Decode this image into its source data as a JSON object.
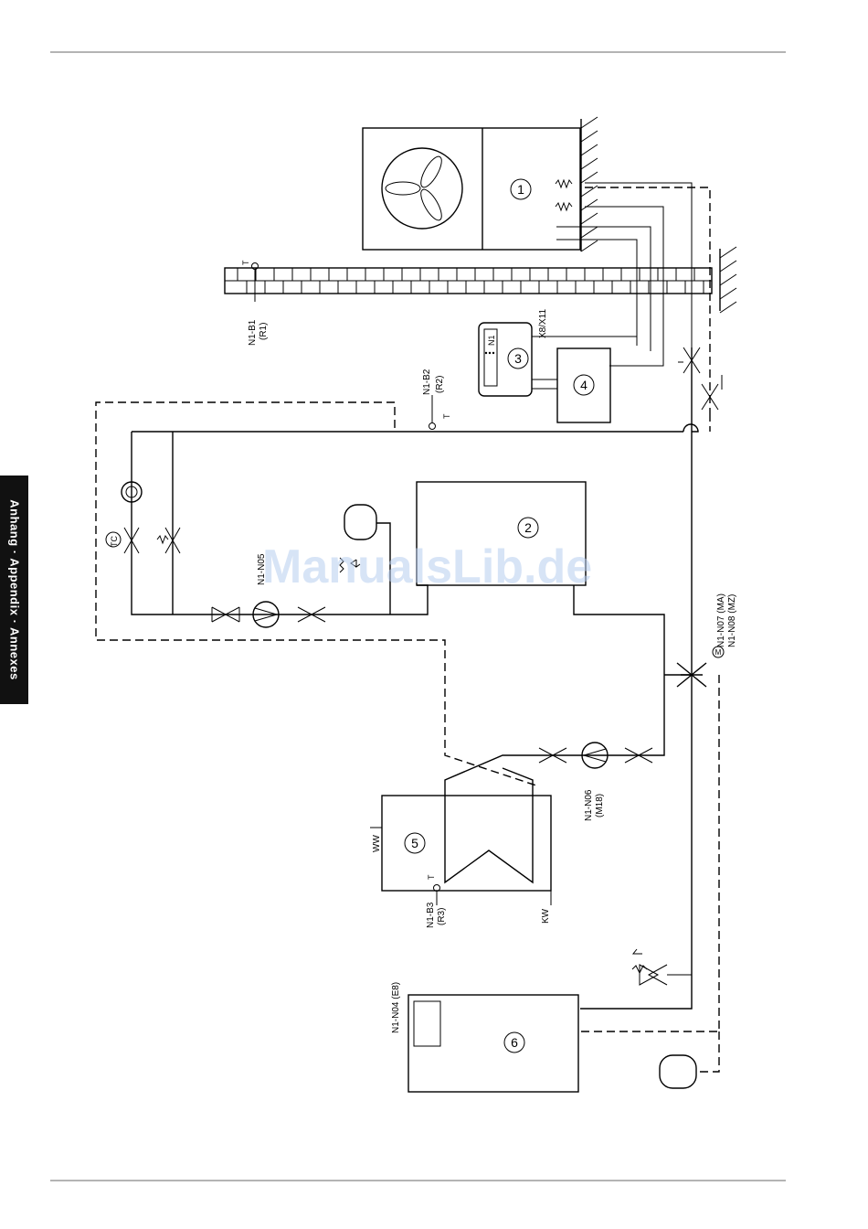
{
  "side_tab": {
    "label": "Anhang · Appendix · Annexes"
  },
  "watermark": {
    "text": "ManualsLib.de",
    "color": "#b8cef0"
  },
  "components": {
    "c1": "1",
    "c2": "2",
    "c3": "3",
    "c4": "4",
    "c5": "5",
    "c6": "6"
  },
  "controller": {
    "display": "N1",
    "connector": "X8/X11"
  },
  "sensors": {
    "b1": {
      "id": "N1-B1",
      "ref": "(R1)",
      "symbol": "T"
    },
    "b2": {
      "id": "N1-B2",
      "ref": "(R2)",
      "symbol": "T"
    },
    "b3": {
      "id": "N1-B3",
      "ref": "(R3)",
      "symbol": "T"
    }
  },
  "pumps": {
    "n05": {
      "id": "N1-N05"
    },
    "n06": {
      "id": "N1-N06",
      "ref": "(M18)"
    }
  },
  "mixer": {
    "id1": "N1-N07 (MA)",
    "id2": "N1-N08 (MZ)",
    "symbol": "M"
  },
  "heater": {
    "id": "N1-N04 (E8)"
  },
  "tank_labels": {
    "ww": "WW",
    "kw": "KW"
  },
  "valve_tc": {
    "label": "TC"
  }
}
